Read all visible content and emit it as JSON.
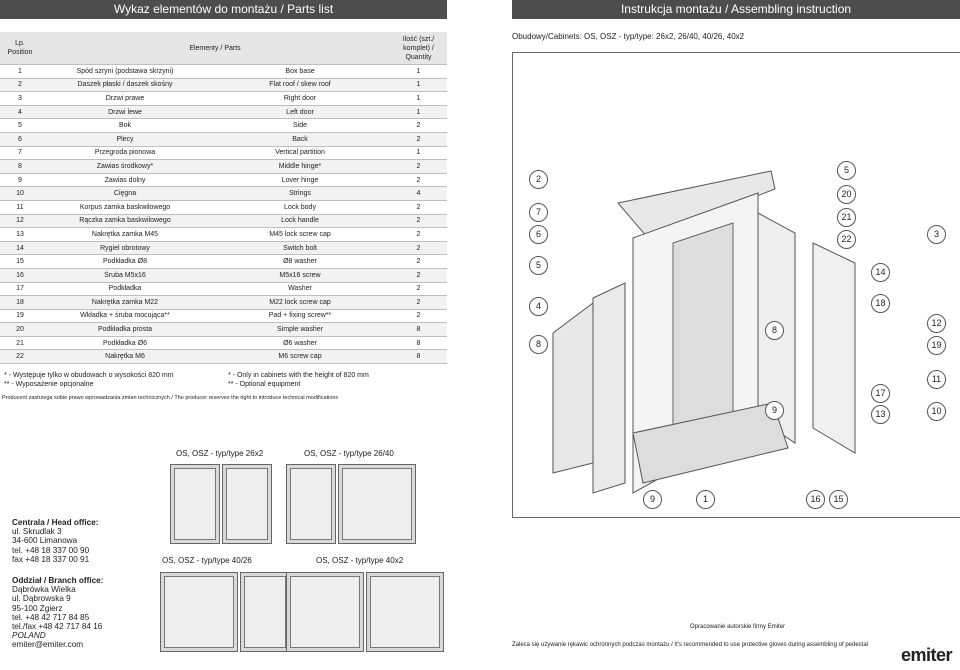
{
  "header": {
    "left_title": "Wykaz elementów do montażu / Parts list",
    "right_title": "Instrukcja montażu / Assembling instruction"
  },
  "table": {
    "col_position": "Lp.\nPosition",
    "col_parts": "Elementy / Parts",
    "col_qty": "Ilość (szt./ komplet) / Quantity",
    "rows": [
      {
        "pos": "1",
        "pl": "Spód szryni (podstawa skrzyni)",
        "en": "Box base",
        "qty": "1"
      },
      {
        "pos": "2",
        "pl": "Daszek płaski / daszek skośny",
        "en": "Flat roof / skew roof",
        "qty": "1"
      },
      {
        "pos": "3",
        "pl": "Drzwi prawe",
        "en": "Right door",
        "qty": "1"
      },
      {
        "pos": "4",
        "pl": "Drzwi lewe",
        "en": "Left door",
        "qty": "1"
      },
      {
        "pos": "5",
        "pl": "Bok",
        "en": "Side",
        "qty": "2"
      },
      {
        "pos": "6",
        "pl": "Plecy",
        "en": "Back",
        "qty": "2"
      },
      {
        "pos": "7",
        "pl": "Przegroda pionowa",
        "en": "Vertical partition",
        "qty": "1"
      },
      {
        "pos": "8",
        "pl": "Zawias środkowy*",
        "en": "Middle hinge*",
        "qty": "2"
      },
      {
        "pos": "9",
        "pl": "Zawias dolny",
        "en": "Lover hinge",
        "qty": "2"
      },
      {
        "pos": "10",
        "pl": "Cięgna",
        "en": "Strings",
        "qty": "4"
      },
      {
        "pos": "11",
        "pl": "Korpus zamka baskwilowego",
        "en": "Lock body",
        "qty": "2"
      },
      {
        "pos": "12",
        "pl": "Rączka zamka baskwilowego",
        "en": "Lock handle",
        "qty": "2"
      },
      {
        "pos": "13",
        "pl": "Nakrętka zamka M45",
        "en": "M45 lock screw cap",
        "qty": "2"
      },
      {
        "pos": "14",
        "pl": "Rygiel obrotowy",
        "en": "Switch bolt",
        "qty": "2"
      },
      {
        "pos": "15",
        "pl": "Podkładka Ø8",
        "en": "Ø8 washer",
        "qty": "2"
      },
      {
        "pos": "16",
        "pl": "Śruba M5x16",
        "en": "M5x16 screw",
        "qty": "2"
      },
      {
        "pos": "17",
        "pl": "Podkładka",
        "en": "Washer",
        "qty": "2"
      },
      {
        "pos": "18",
        "pl": "Nakrętka zamka M22",
        "en": "M22 lock screw cap",
        "qty": "2"
      },
      {
        "pos": "19",
        "pl": "Wkładka + śruba mocująca**",
        "en": "Pad + fixing screw**",
        "qty": "2"
      },
      {
        "pos": "20",
        "pl": "Podkładka prosta",
        "en": "Simple washer",
        "qty": "8"
      },
      {
        "pos": "21",
        "pl": "Podkładka Ø6",
        "en": "Ø6 washer",
        "qty": "8"
      },
      {
        "pos": "22",
        "pl": "Nakrętka M6",
        "en": "M6 screw cap",
        "qty": "8"
      }
    ]
  },
  "notes": {
    "pl1": "* - Występuje tylko w obudowach o wysokości 820 mm",
    "pl2": "** - Wyposażenie opcjonalne",
    "en1": "* - Only in cabinets with the height of 820 mm",
    "en2": "** - Optional equipment",
    "producer": "Producent zastrzega sobie prawo wprowadzania zmian technicznych / The producer reserves the right to introduce technical modifications"
  },
  "variants": {
    "v1": "OS, OSZ - typ/type 26x2",
    "v2": "OS, OSZ - typ/type 26/40",
    "v3": "OS, OSZ - typ/type 40/26",
    "v4": "OS, OSZ - typ/type 40x2"
  },
  "offices": {
    "head_title": "Centrala / Head office:",
    "head_lines": [
      "ul. Skrudlak 3",
      "34-600 Limanowa",
      "tel. +48 18 337 00 90",
      "fax +48 18 337 00 91"
    ],
    "branch_title": "Oddział / Branch office:",
    "branch_lines": [
      "Dąbrówka Wielka",
      "ul. Dąbrowska 9",
      "95-100 Zgierz",
      "tel.    +48 42 717 84 85",
      "tel./fax +48 42 717 84 16"
    ],
    "country": "POLAND",
    "email": "emiter@emiter.com"
  },
  "right": {
    "cabinets": "Obudowy/Cabinets: OS, OSZ - typ/type: 26x2, 26/40, 40/26, 40x2",
    "callouts": [
      "2",
      "7",
      "6",
      "5",
      "4",
      "8",
      "5",
      "20",
      "21",
      "22",
      "3",
      "14",
      "8",
      "18",
      "12",
      "19",
      "11",
      "9",
      "17",
      "13",
      "10",
      "9",
      "1",
      "16",
      "15"
    ],
    "copyright": "Opracowanie autorskie firmy Emiter",
    "gloves": "Zaleca się używanie rękawic ochronnych podczas montażu / It's recommended to use protective gloves during assembling of pedestal",
    "logo": "emiter"
  }
}
